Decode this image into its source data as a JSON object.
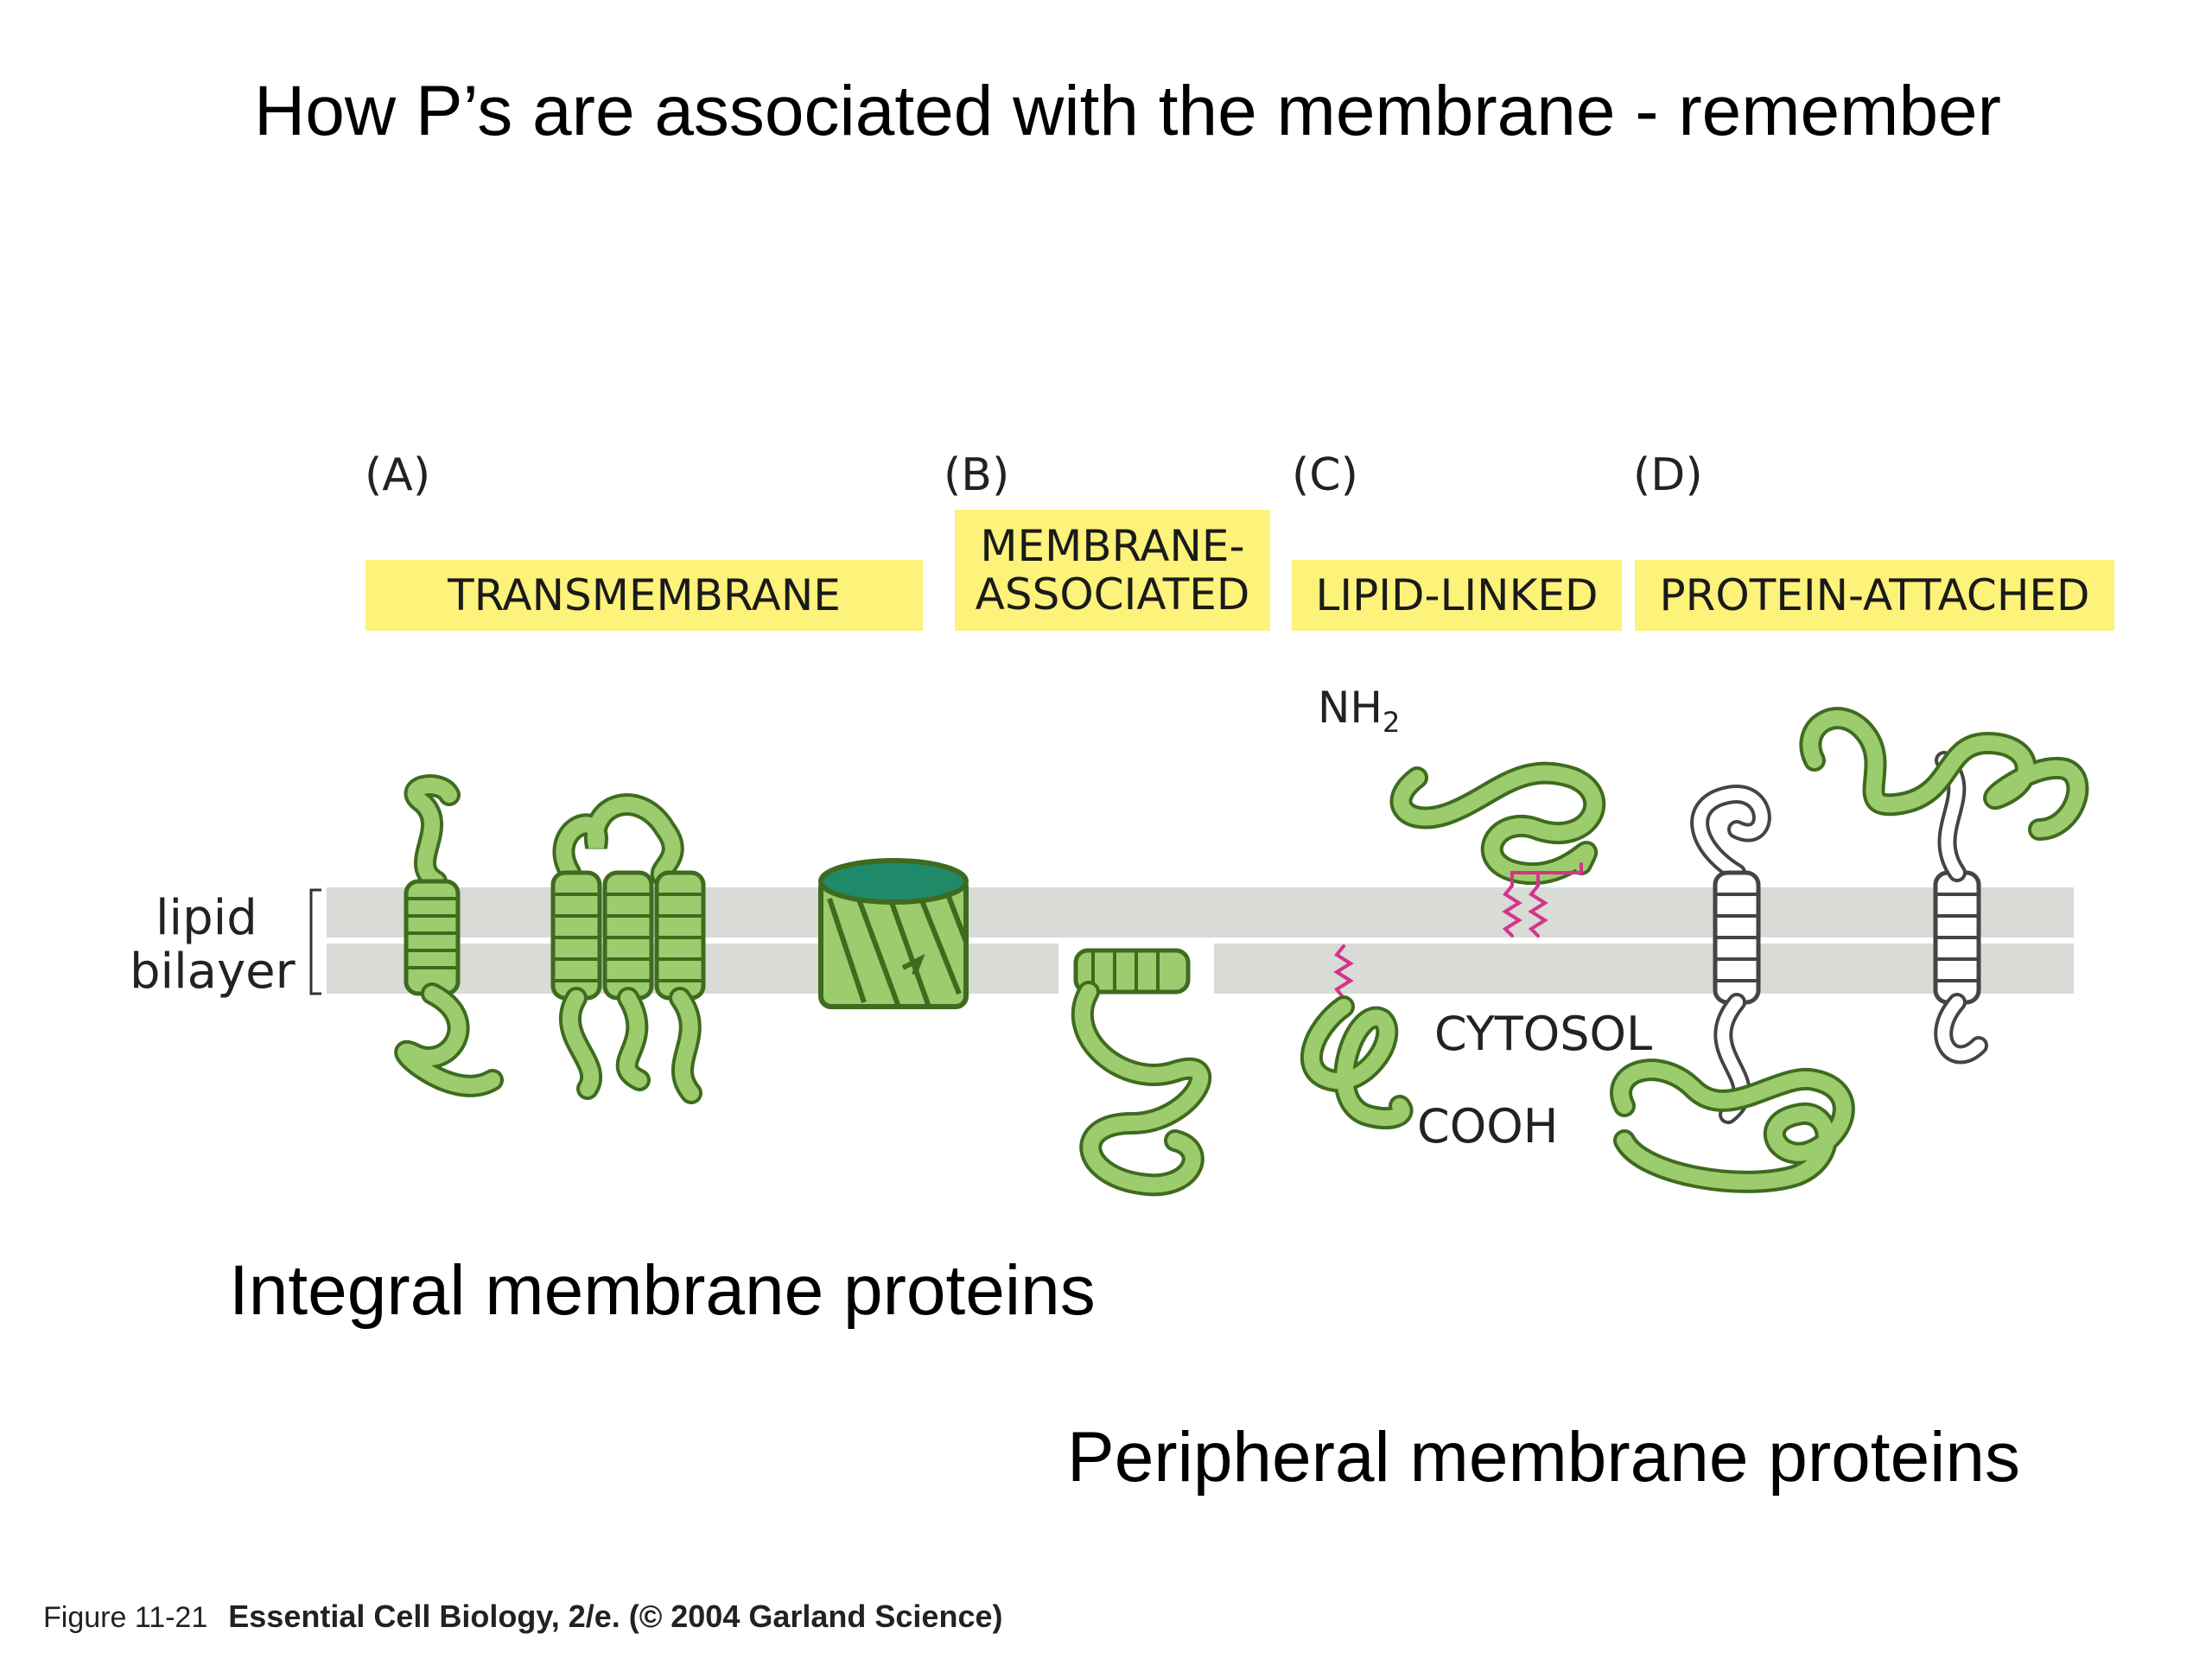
{
  "title": "How P’s are associated with the membrane - remember",
  "panels": [
    {
      "letter": "(A)",
      "category_lines": [
        "TRANSMEMBRANE"
      ]
    },
    {
      "letter": "(B)",
      "category_lines": [
        "MEMBRANE-",
        "ASSOCIATED"
      ]
    },
    {
      "letter": "(C)",
      "category_lines": [
        "LIPID-LINKED"
      ]
    },
    {
      "letter": "(D)",
      "category_lines": [
        "PROTEIN-ATTACHED"
      ]
    }
  ],
  "diagram_labels": {
    "lipid_bilayer_line1": "lipid",
    "lipid_bilayer_line2": "bilayer",
    "nh2": "NH",
    "nh2_sub": "2",
    "cytosol": "CYTOSOL",
    "cooh": "COOH"
  },
  "groups": {
    "integral": "Integral membrane proteins",
    "peripheral": "Peripheral membrane proteins"
  },
  "caption": {
    "figure": "Figure 11-21",
    "source": "Essential Cell Biology, 2/e. (© 2004 Garland Science)"
  },
  "colors": {
    "protein_green": "#9ccc6e",
    "protein_outline": "#3f6b1f",
    "bilayer_gray": "#d8dbd6",
    "category_yellow": "#fdf27a",
    "lipid_pink": "#d6338c"
  }
}
